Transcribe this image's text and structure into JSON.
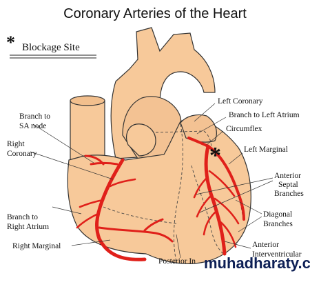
{
  "title": "Coronary Arteries of the Heart",
  "legend": {
    "symbol": "*",
    "text": "Blockage Site"
  },
  "blockage_marker": "*",
  "labels": {
    "left_coronary": "Left Coronary",
    "branch_left_atrium": "Branch to Left Atrium",
    "circumflex": "Circumflex",
    "left_marginal": "Left Marginal",
    "branch_sa_1": "Branch to",
    "branch_sa_2": "SA node",
    "right_coronary_1": "Right",
    "right_coronary_2": "Coronary",
    "anterior_septal_1": "Anterior",
    "anterior_septal_2": "Septal",
    "anterior_septal_3": "Branches",
    "branch_ra_1": "Branch to",
    "branch_ra_2": "Right Atrium",
    "diagonal_1": "Diagonal",
    "diagonal_2": "Branches",
    "right_marginal": "Right Marginal",
    "anterior_iv_1": "Anterior",
    "anterior_iv_2": "Interventricular",
    "posterior_iv": "Posterior In"
  },
  "watermark": "muhadharaty.com",
  "colors": {
    "heart_fill": "#f7c99a",
    "artery": "#e0201a",
    "watermark": "#0d1f55"
  }
}
